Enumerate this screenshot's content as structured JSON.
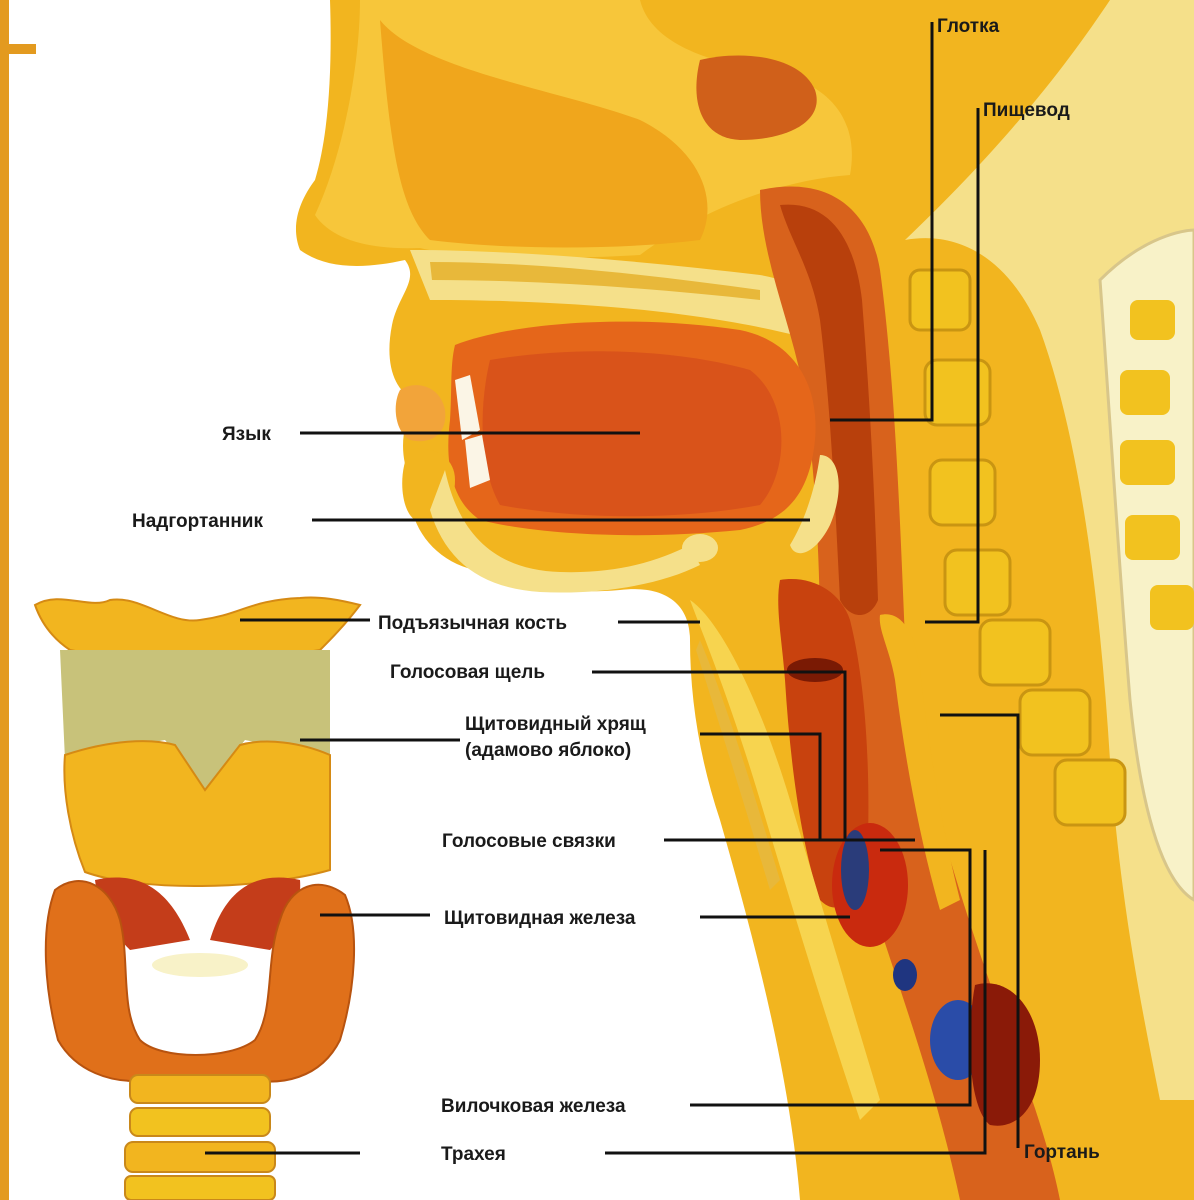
{
  "colors": {
    "accent_bar": "#e39a1f",
    "tissue_yellow": "#f2b51f",
    "tissue_light": "#f7d44f",
    "tissue_orange": "#e8761a",
    "tissue_red": "#c93c10",
    "muscle_dark": "#a82c08",
    "bone": "#f5e08a",
    "vein_blue": "#2a4ca8"
  },
  "labels": {
    "pharynx": "Глотка",
    "esophagus": "Пищевод",
    "tongue": "Язык",
    "epiglottis": "Надгортанник",
    "hyoid_bone": "Подъязычная кость",
    "glottis": "Голосовая щель",
    "thyroid_cartilage_1": "Щитовидный хрящ",
    "thyroid_cartilage_2": "(адамово яблоко)",
    "vocal_cords": "Голосовые связки",
    "thyroid_gland": "Щитовидная железа",
    "thymus": "Вилочковая железа",
    "trachea": "Трахея",
    "larynx": "Гортань"
  }
}
